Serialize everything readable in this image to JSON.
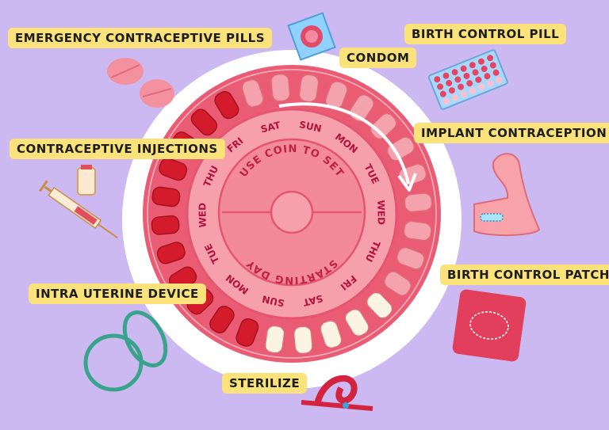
{
  "labels": {
    "emergency": "EMERGENCY CONTRACEPTIVE PILLS",
    "condom": "CONDOM",
    "birth_control_pill": "BIRTH CONTROL PILL",
    "implant": "IMPLANT CONTRACEPTION",
    "injections": "CONTRACEPTIVE INJECTIONS",
    "patch": "BIRTH CONTROL PATCH",
    "iud": "INTRA UTERINE DEVICE",
    "sterilize": "STERILIZE"
  },
  "wheel": {
    "center_top": "USE COIN TO SET",
    "center_bottom": "STARTING DAY",
    "days": [
      "SUN",
      "MON",
      "TUE",
      "WED",
      "THU",
      "FRI",
      "SAT",
      "SUN",
      "MON",
      "TUE",
      "WED",
      "THU",
      "FRI",
      "SAT"
    ]
  },
  "colors": {
    "background": "#cdb9f1",
    "label_bg": "#fbe27a",
    "wheel_outer": "#e85d75",
    "wheel_inner": "#f4919e",
    "pill_active": "#d41b2c",
    "pill_inactive": "#fbf4e2"
  },
  "icons": [
    "pill-icon",
    "condom-icon",
    "blister-pack-icon",
    "arm-implant-icon",
    "syringe-icon",
    "patch-icon",
    "iud-icon",
    "ribbon-icon"
  ]
}
